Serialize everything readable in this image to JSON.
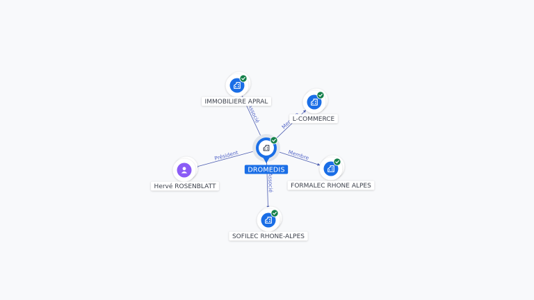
{
  "colors": {
    "company": "#1a6ee6",
    "person": "#8b5cf6",
    "check": "#14804a",
    "edge": "#4a5bb0",
    "edge_label": "#5668c9"
  },
  "center": {
    "label": "DROMEDIS",
    "icon": "building-icon",
    "verified": true
  },
  "nodes": [
    {
      "id": "immobiliere-apral",
      "label": "IMMOBILIERE APRAL",
      "type": "company",
      "icon": "building-icon",
      "verified": true,
      "relation": "Associé"
    },
    {
      "id": "l-commerce",
      "label": "L-COMMERCE",
      "type": "company",
      "icon": "building-icon",
      "verified": true,
      "relation": "Membre"
    },
    {
      "id": "formalec-rhone-alpes",
      "label": "FORMALEC RHONE ALPES",
      "type": "company",
      "icon": "building-icon",
      "verified": true,
      "relation": "Membre"
    },
    {
      "id": "sofilec-rhone-alpes",
      "label": "SOFILEC RHONE-ALPES",
      "type": "company",
      "icon": "building-icon",
      "verified": true,
      "relation": "Associé"
    },
    {
      "id": "herve-rosenblatt",
      "label": "Hervé ROSENBLATT",
      "type": "person",
      "icon": "person-icon",
      "verified": false,
      "relation": "Président"
    }
  ]
}
